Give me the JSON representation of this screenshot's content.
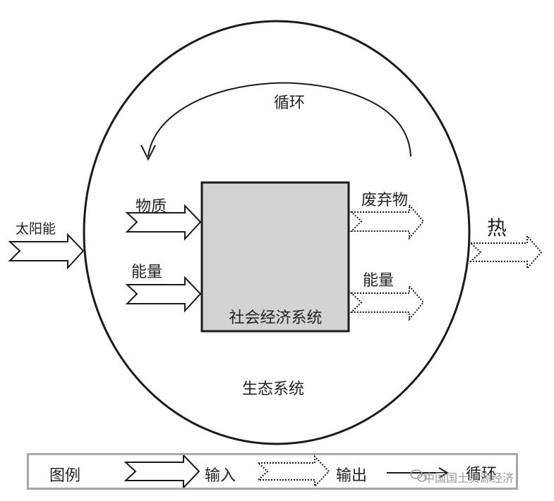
{
  "labels": {
    "cycle": "循环",
    "solar": "太阳能",
    "matter_in": "物质",
    "energy_in": "能量",
    "waste_out": "废弃物",
    "energy_out": "能量",
    "heat": "热",
    "system_box": "社会经济系统",
    "ecosystem": "生态系统"
  },
  "legend": {
    "title": "图例",
    "input": "输入",
    "output": "输出",
    "cycle": "循环"
  },
  "watermark": "中国国土资源经济",
  "colors": {
    "box_fill": "#d3d3d3",
    "stroke": "#1a1a1a",
    "legend_border": "#a8a8a8"
  }
}
